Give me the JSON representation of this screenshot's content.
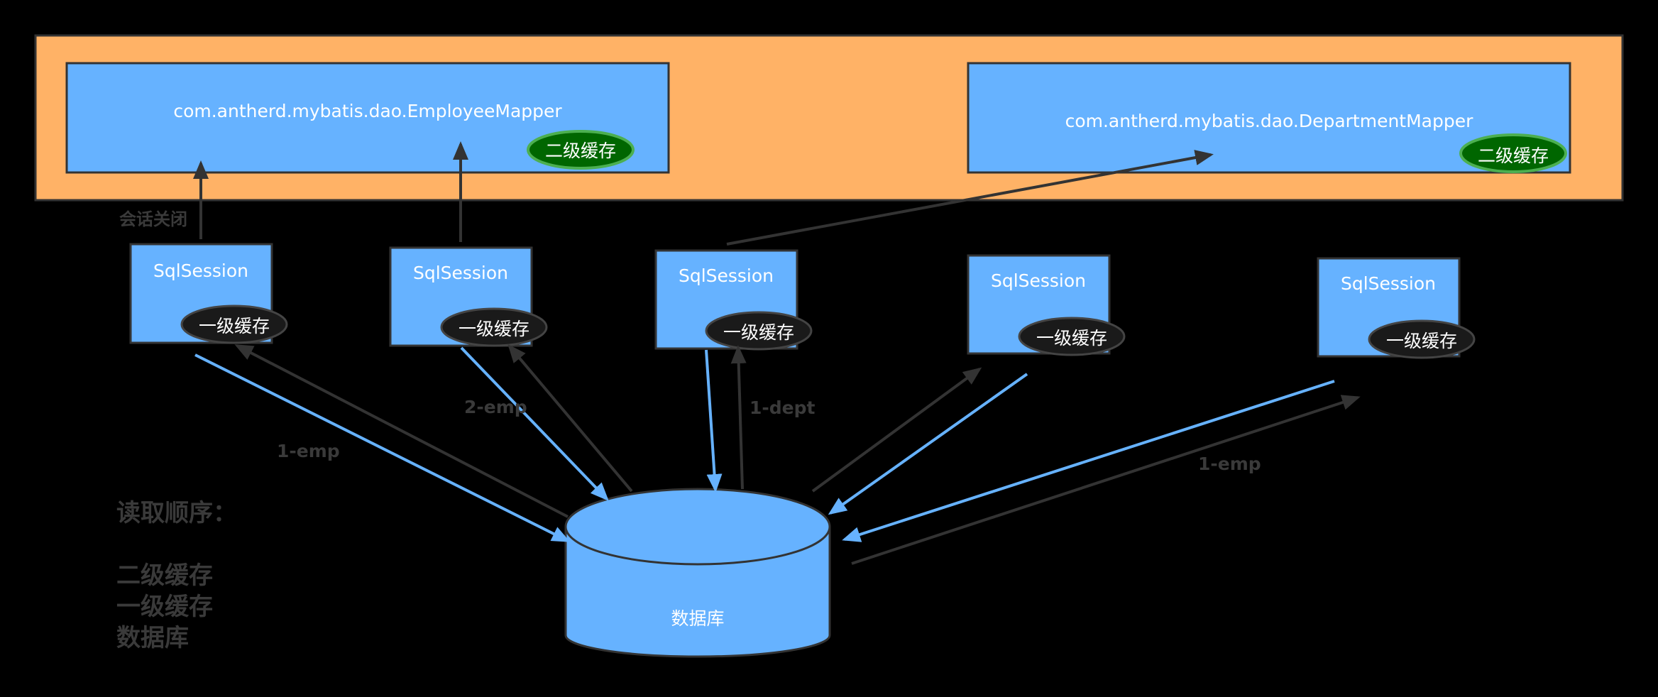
{
  "colors": {
    "outer_fill": "#FFB266",
    "box_fill": "#66B2FF",
    "stroke": "#333333",
    "l2_fill": "#006600",
    "l2_stroke": "#4CAF50",
    "l1_fill": "#1A1A1A",
    "blue_arrow": "#66B2FF",
    "dark_arrow": "#333333",
    "label": "#3A3A3A"
  },
  "mappers": [
    {
      "name": "com.antherd.mybatis.dao.EmployeeMapper",
      "cache": "二级缓存"
    },
    {
      "name": "com.antherd.mybatis.dao.DepartmentMapper",
      "cache": "二级缓存"
    }
  ],
  "sessions": [
    {
      "label": "SqlSession",
      "cache": "一级缓存"
    },
    {
      "label": "SqlSession",
      "cache": "一级缓存"
    },
    {
      "label": "SqlSession",
      "cache": "一级缓存"
    },
    {
      "label": "SqlSession",
      "cache": "一级缓存"
    },
    {
      "label": "SqlSession",
      "cache": "一级缓存"
    }
  ],
  "database": {
    "label": "数据库"
  },
  "edge_labels": {
    "session_close": "会话关闭",
    "emp_1": "1-emp",
    "emp_2": "2-emp",
    "dept_1": "1-dept",
    "emp_1_right": "1-emp"
  },
  "read_order": {
    "title": "读取顺序：",
    "items": [
      "二级缓存",
      "一级缓存",
      "数据库"
    ]
  }
}
